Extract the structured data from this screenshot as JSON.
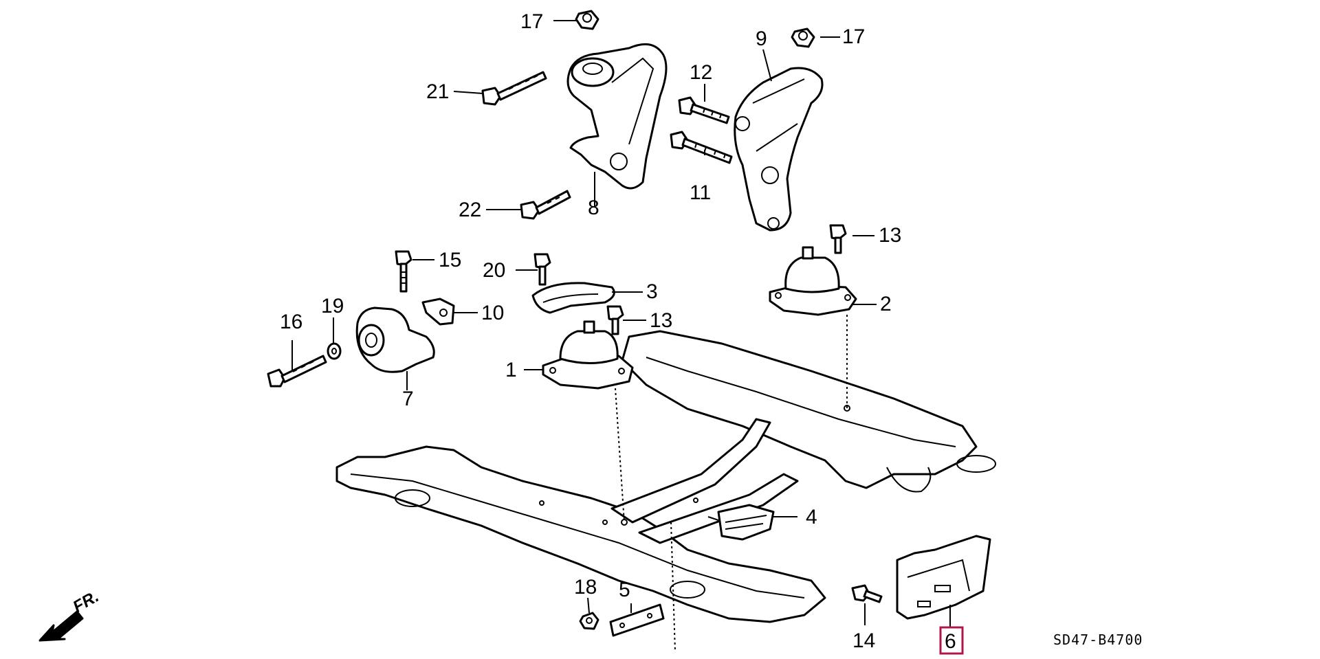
{
  "diagram": {
    "callouts": {
      "p17a": "17",
      "p17b": "17",
      "p9": "9",
      "p12": "12",
      "p21": "21",
      "p11": "11",
      "p22": "22",
      "p8": "8",
      "p13a": "13",
      "p15": "15",
      "p20": "20",
      "p3": "3",
      "p2": "2",
      "p16": "16",
      "p19": "19",
      "p10": "10",
      "p13b": "13",
      "p1": "1",
      "p7": "7",
      "p4": "4",
      "p18": "18",
      "p5": "5",
      "p14": "14",
      "p6": "6"
    },
    "selected_part": "6",
    "highlight_color": "#b0164e",
    "direction_label": "FR.",
    "diagram_code": "SD47-B4700"
  }
}
